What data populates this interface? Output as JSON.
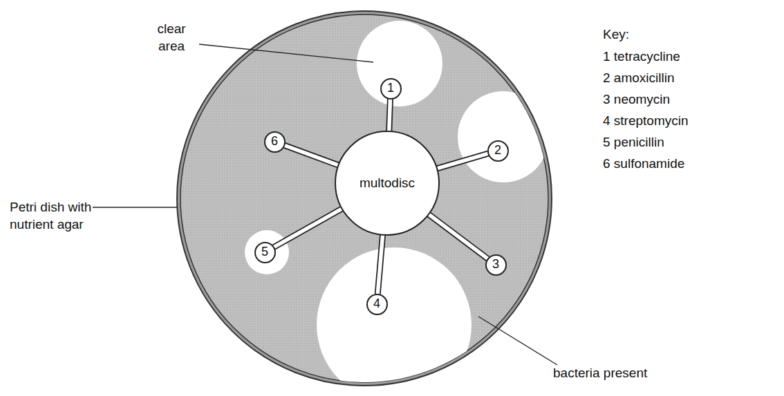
{
  "diagram": {
    "nodes": [
      {
        "text": [
          "multodisc"
        ]
      },
      {
        "text": [
          "1"
        ]
      },
      {
        "text": [
          "2"
        ]
      },
      {
        "text": [
          "3"
        ]
      },
      {
        "text": [
          "4"
        ]
      },
      {
        "text": [
          "5"
        ]
      },
      {
        "text": [
          "6"
        ]
      }
    ],
    "edges": [
      {
        "from": 0,
        "to": 1,
        "arrow": "none"
      },
      {
        "from": 0,
        "to": 2,
        "arrow": "none"
      },
      {
        "from": 0,
        "to": 3,
        "arrow": "none"
      },
      {
        "from": 0,
        "to": 4,
        "arrow": "none"
      },
      {
        "from": 0,
        "to": 5,
        "arrow": "none"
      },
      {
        "from": 0,
        "to": 6,
        "arrow": "none"
      }
    ],
    "labels": [
      "clear area",
      "Petri dish with nutrient agar",
      "bacteria present",
      "Key:",
      "1 tetracycline",
      "2 amoxicillin",
      "3 neomycin",
      "4 streptomycin",
      "5 penicillin",
      "6 sulfonamide"
    ]
  }
}
